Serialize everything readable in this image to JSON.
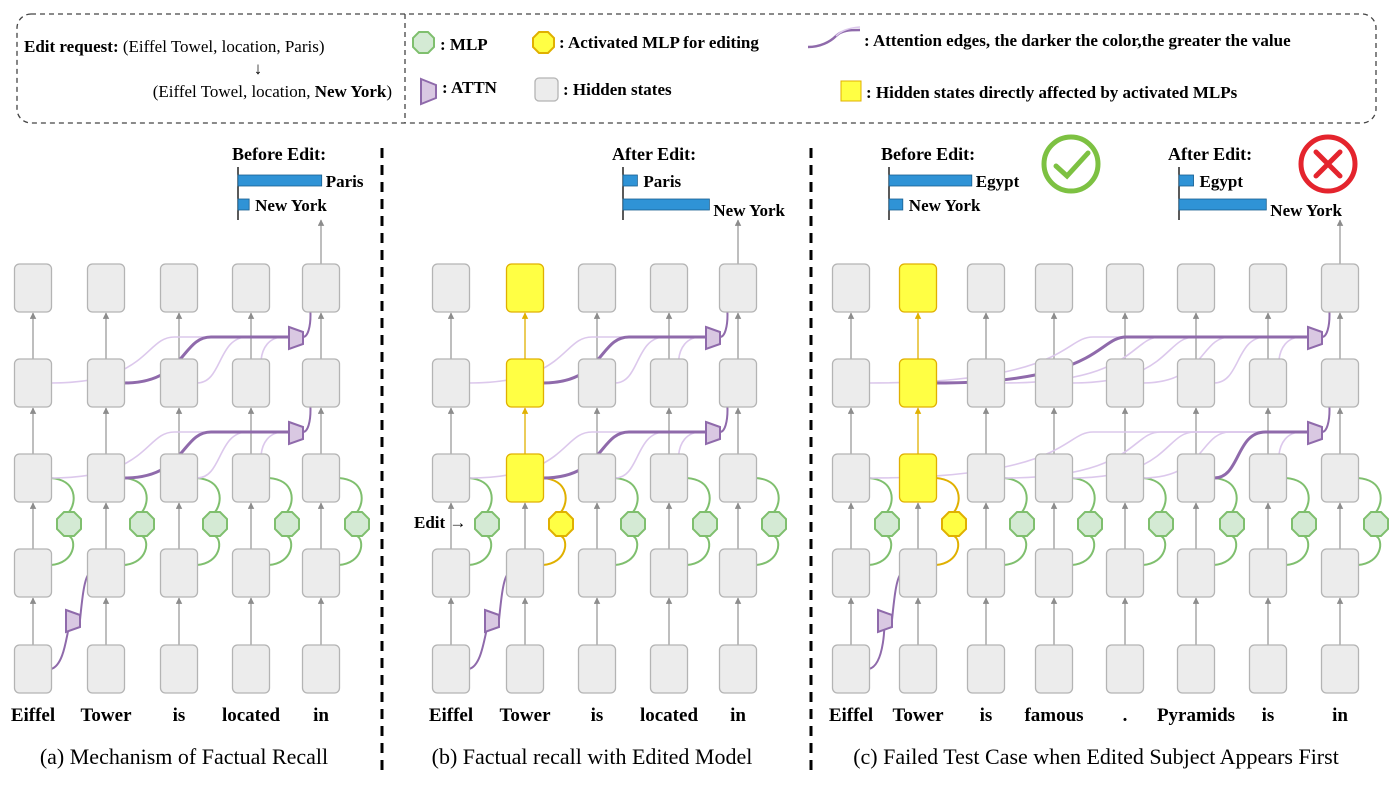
{
  "legend": {
    "edit_request_label": "Edit request:",
    "edit_request_original": " (Eiffel Towel, location, Paris)",
    "arrow": "↓",
    "edit_request_new_prefix": "(Eiffel Towel, location, ",
    "edit_request_new_object": "New York",
    "edit_request_new_suffix": ")",
    "mlp": ": MLP",
    "attn": ": ATTN",
    "activated_mlp": ": Activated MLP for editing",
    "hidden_states": ": Hidden states",
    "attention_edges": ": Attention edges, the darker the color,the greater the value",
    "affected_states": ": Hidden states directly affected by activated MLPs"
  },
  "colors": {
    "box_fill": "#ececec",
    "box_stroke": "#b4b4b4",
    "mlp_fill": "#d4ead4",
    "mlp_stroke": "#7fbf6e",
    "activated_fill": "#ffff44",
    "activated_stroke": "#e0b000",
    "attn_fill": "#d9c8e2",
    "attn_dark": "#8f6aab",
    "attn_light": "#dcc8ec",
    "bar_fill": "#2f93d6",
    "check_green": "#7dc142",
    "cross_red": "#e4242d"
  },
  "edit_marker": "Edit →",
  "panels": [
    {
      "caption": "(a) Mechanism of Factual Recall",
      "tokens": [
        "Eiffel",
        "Tower",
        "is",
        "located",
        "in"
      ],
      "charts": [
        {
          "header": "Before Edit:",
          "bars": [
            {
              "label": "Paris",
              "value": 0.9
            },
            {
              "label": "New York",
              "value": 0.12
            }
          ]
        }
      ]
    },
    {
      "caption": "(b) Factual recall with Edited Model",
      "tokens": [
        "Eiffel",
        "Tower",
        "is",
        "located",
        "in"
      ],
      "charts": [
        {
          "header": "After Edit:",
          "bars": [
            {
              "label": "Paris",
              "value": 0.15
            },
            {
              "label": "New York",
              "value": 0.9
            }
          ]
        }
      ]
    },
    {
      "caption": "(c) Failed Test Case when Edited Subject Appears First",
      "tokens": [
        "Eiffel",
        "Tower",
        "is",
        "famous",
        ".",
        "Pyramids",
        "is",
        "in"
      ],
      "charts": [
        {
          "header": "Before Edit:",
          "bars": [
            {
              "label": "Egypt",
              "value": 0.9
            },
            {
              "label": "New York",
              "value": 0.15
            }
          ],
          "verdict": "check-icon"
        },
        {
          "header": "After Edit:",
          "bars": [
            {
              "label": "Egypt",
              "value": 0.15
            },
            {
              "label": "New York",
              "value": 0.9
            }
          ],
          "verdict": "cross-icon"
        }
      ]
    }
  ]
}
